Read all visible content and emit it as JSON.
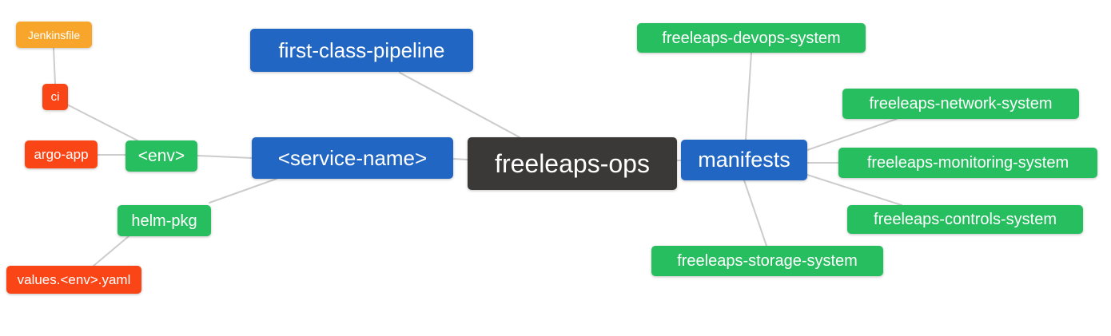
{
  "diagram": {
    "type": "mindmap",
    "root_label": "freeleaps-ops"
  },
  "colors": {
    "dark": "#3b3838",
    "blue": "#2166c2",
    "green": "#27be5f",
    "red": "#fa4616",
    "orange": "#f8a62b",
    "connector": "#cccccc",
    "text": "#ffffff",
    "background": "#ffffff"
  },
  "nodes": {
    "freeleaps_ops": {
      "label": "freeleaps-ops",
      "color": "dark"
    },
    "first_class_pipeline": {
      "label": "first-class-pipeline",
      "color": "blue"
    },
    "service_name": {
      "label": "<service-name>",
      "color": "blue"
    },
    "manifests": {
      "label": "manifests",
      "color": "blue"
    },
    "env": {
      "label": "<env>",
      "color": "green"
    },
    "helm_pkg": {
      "label": "helm-pkg",
      "color": "green"
    },
    "ci": {
      "label": "ci",
      "color": "red"
    },
    "argo_app": {
      "label": "argo-app",
      "color": "red"
    },
    "values_env_yaml": {
      "label": "values.<env>.yaml",
      "color": "red"
    },
    "jenkinsfile": {
      "label": "Jenkinsfile",
      "color": "orange"
    },
    "devops_system": {
      "label": "freeleaps-devops-system",
      "color": "green"
    },
    "network_system": {
      "label": "freeleaps-network-system",
      "color": "green"
    },
    "monitoring_system": {
      "label": "freeleaps-monitoring-system",
      "color": "green"
    },
    "controls_system": {
      "label": "freeleaps-controls-system",
      "color": "green"
    },
    "storage_system": {
      "label": "freeleaps-storage-system",
      "color": "green"
    }
  },
  "edges": [
    {
      "from": "jenkinsfile",
      "to": "ci"
    },
    {
      "from": "ci",
      "to": "env"
    },
    {
      "from": "argo_app",
      "to": "env"
    },
    {
      "from": "env",
      "to": "service_name"
    },
    {
      "from": "helm_pkg",
      "to": "service_name"
    },
    {
      "from": "values_env_yaml",
      "to": "helm_pkg"
    },
    {
      "from": "first_class_pipeline",
      "to": "freeleaps_ops"
    },
    {
      "from": "service_name",
      "to": "freeleaps_ops"
    },
    {
      "from": "freeleaps_ops",
      "to": "manifests"
    },
    {
      "from": "manifests",
      "to": "devops_system"
    },
    {
      "from": "manifests",
      "to": "network_system"
    },
    {
      "from": "manifests",
      "to": "monitoring_system"
    },
    {
      "from": "manifests",
      "to": "controls_system"
    },
    {
      "from": "manifests",
      "to": "storage_system"
    }
  ]
}
